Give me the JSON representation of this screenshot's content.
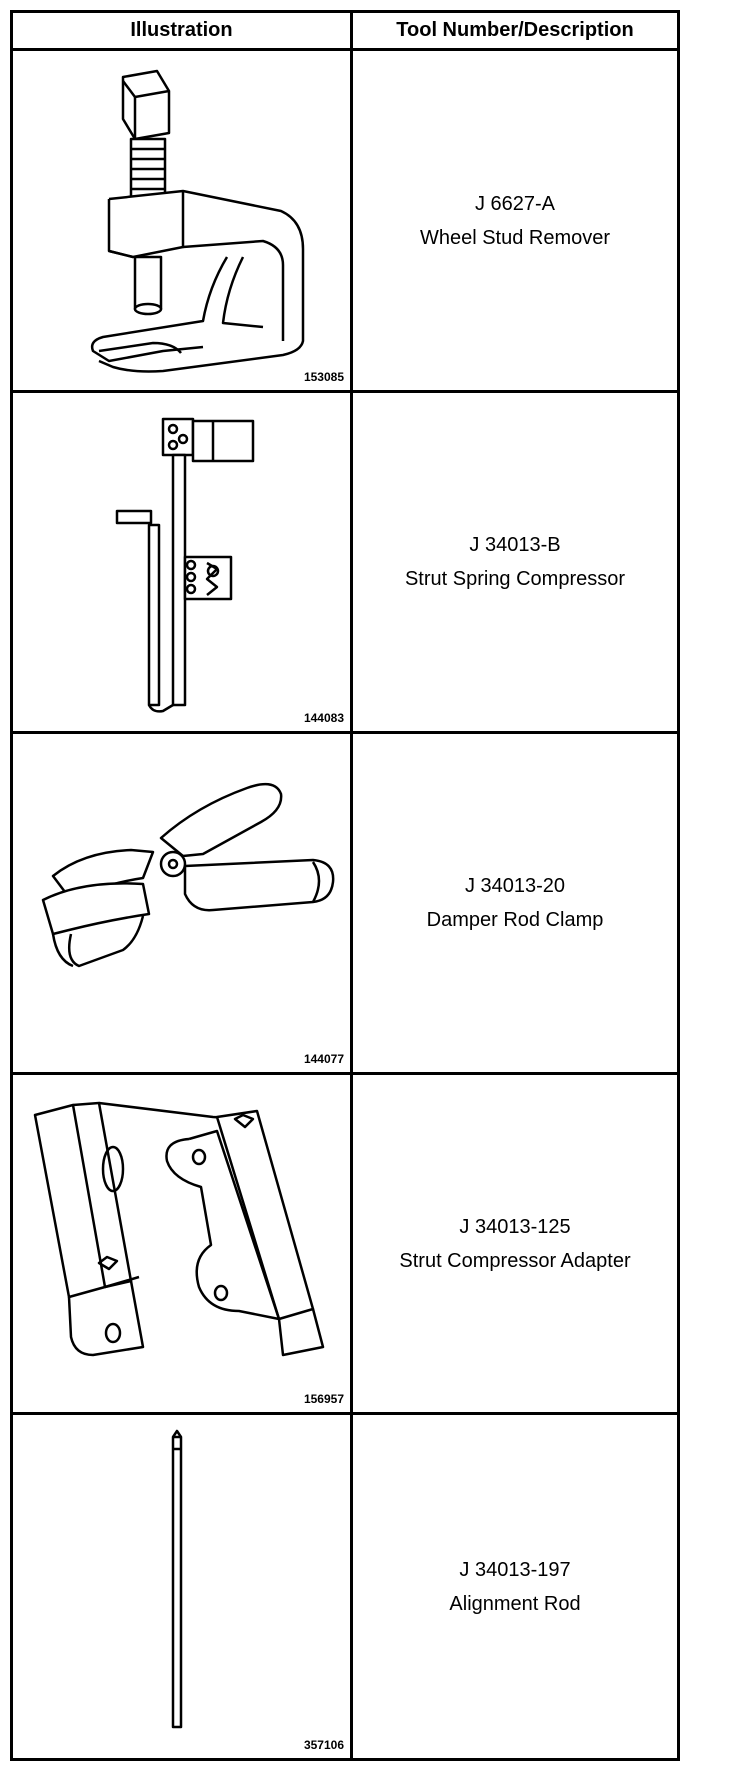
{
  "table": {
    "headers": {
      "illustration": "Illustration",
      "tool": "Tool Number/Description"
    },
    "rows": [
      {
        "figure_number": "153085",
        "tool_number": "J 6627-A",
        "description": "Wheel Stud Remover",
        "icon": "wheel-stud-remover-icon"
      },
      {
        "figure_number": "144083",
        "tool_number": "J 34013-B",
        "description": "Strut Spring Compressor",
        "icon": "strut-spring-compressor-icon"
      },
      {
        "figure_number": "144077",
        "tool_number": "J 34013-20",
        "description": "Damper Rod Clamp",
        "icon": "damper-rod-clamp-icon"
      },
      {
        "figure_number": "156957",
        "tool_number": "J 34013-125",
        "description": "Strut Compressor Adapter",
        "icon": "strut-compressor-adapter-icon"
      },
      {
        "figure_number": "357106",
        "tool_number": "J 34013-197",
        "description": "Alignment Rod",
        "icon": "alignment-rod-icon"
      }
    ]
  }
}
